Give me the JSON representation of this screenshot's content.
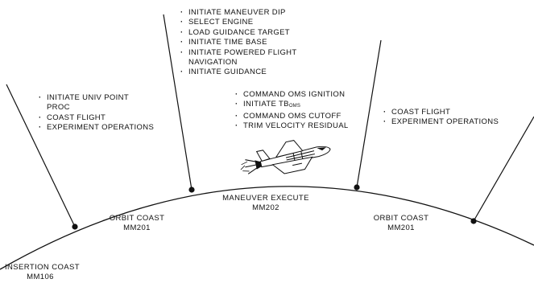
{
  "phases": {
    "insertion_coast": {
      "name": "INSERTION COAST",
      "code": "MM106"
    },
    "orbit_coast_left": {
      "name": "ORBIT COAST",
      "code": "MM201"
    },
    "maneuver_execute": {
      "name": "MANEUVER EXECUTE",
      "code": "MM202"
    },
    "orbit_coast_right": {
      "name": "ORBIT COAST",
      "code": "MM201"
    }
  },
  "left_tasks": [
    "INITIATE UNIV POINT",
    "PROC",
    "COAST FLIGHT",
    "EXPERIMENT OPERATIONS"
  ],
  "top_tasks": [
    "INITIATE MANEUVER DIP",
    "SELECT ENGINE",
    "LOAD GUIDANCE TARGET",
    "INITIATE TIME BASE",
    "INITIATE POWERED FLIGHT",
    "NAVIGATION",
    "INITIATE GUIDANCE"
  ],
  "mid_tasks": {
    "item1": "COMMAND OMS IGNITION",
    "item2_prefix": "INITIATE TB",
    "item2_subscript": "OMS",
    "item3": "COMMAND OMS CUTOFF",
    "item4": "TRIM VELOCITY RESIDUAL"
  },
  "right_tasks": [
    "COAST FLIGHT",
    "EXPERIMENT OPERATIONS"
  ],
  "icons": {
    "shuttle": "space-shuttle-icon"
  }
}
